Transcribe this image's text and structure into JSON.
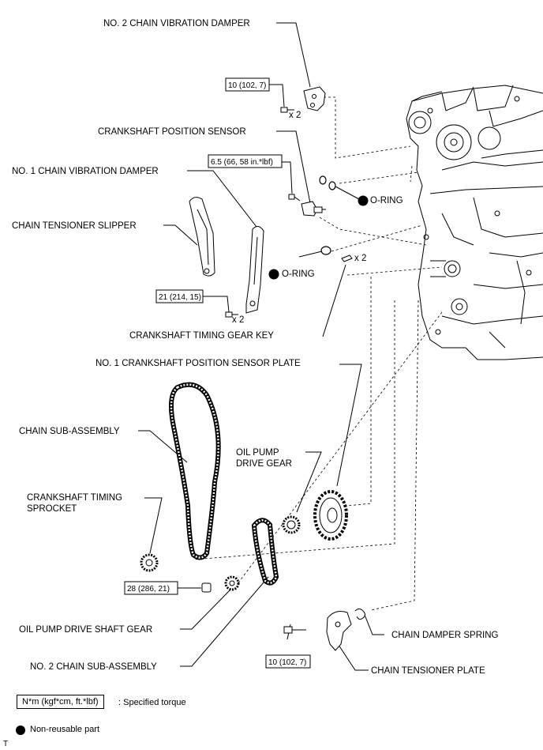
{
  "labels": {
    "no2_chain_vibration_damper": "NO. 2 CHAIN VIBRATION DAMPER",
    "crankshaft_position_sensor": "CRANKSHAFT POSITION SENSOR",
    "no1_chain_vibration_damper": "NO. 1 CHAIN VIBRATION DAMPER",
    "chain_tensioner_slipper": "CHAIN TENSIONER SLIPPER",
    "o_ring_1": "O-RING",
    "o_ring_2": "O-RING",
    "crankshaft_timing_gear_key": "CRANKSHAFT TIMING GEAR KEY",
    "no1_crankshaft_position_sensor_plate": "NO. 1 CRANKSHAFT POSITION SENSOR PLATE",
    "chain_sub_assembly": "CHAIN SUB-ASSEMBLY",
    "oil_pump_drive_gear_line1": "OIL PUMP",
    "oil_pump_drive_gear_line2": "DRIVE GEAR",
    "crankshaft_timing_sprocket_line1": "CRANKSHAFT TIMING",
    "crankshaft_timing_sprocket_line2": "SPROCKET",
    "oil_pump_drive_shaft_gear": "OIL PUMP DRIVE SHAFT GEAR",
    "no2_chain_sub_assembly": "NO. 2 CHAIN SUB-ASSEMBLY",
    "chain_damper_spring": "CHAIN DAMPER SPRING",
    "chain_tensioner_plate": "CHAIN TENSIONER PLATE"
  },
  "torques": {
    "no2_damper_bolt": "10 (102, 7)",
    "sensor_bolt": "6.5 (66, 58 in.*lbf)",
    "no1_damper_bolt": "21 (214, 15)",
    "sprocket_bolt": "28 (286, 21)",
    "tensioner_plate_bolt": "10 (102, 7)"
  },
  "quantities": {
    "no2_damper_bolts": "x 2",
    "gear_key": "x 2",
    "no1_damper_bolts": "x 2"
  },
  "legend": {
    "torque_unit": "N*m (kgf*cm, ft.*lbf)",
    "torque_desc": ": Specified torque",
    "nonreusable_desc": "Non-reusable part"
  },
  "corner_mark": "T"
}
